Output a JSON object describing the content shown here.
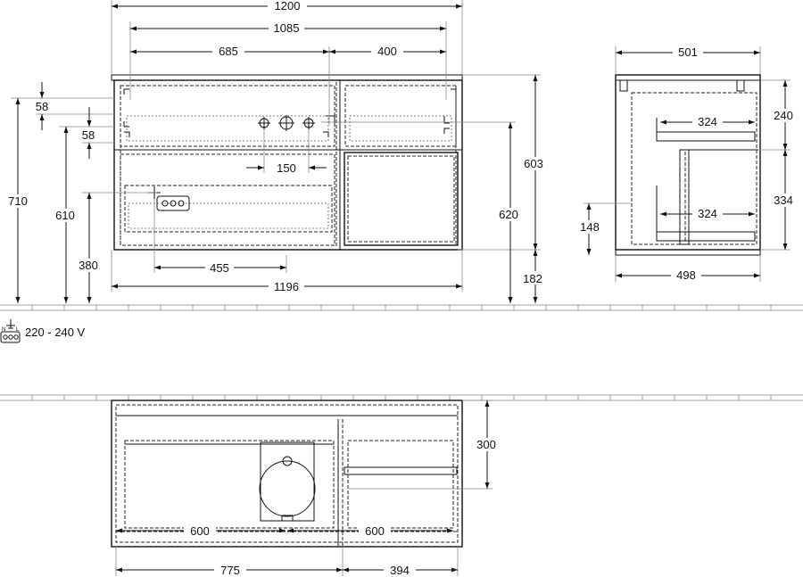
{
  "front_view": {
    "top": {
      "overall_width": "1200",
      "inner_width": "1085",
      "left_section": "685",
      "right_section": "400"
    },
    "left": {
      "total_height": "710",
      "upper_gap": "58",
      "lower_gap": "58",
      "height_610": "610",
      "height_380": "380"
    },
    "middle": {
      "tap_spacing": "150",
      "socket_offset": "455",
      "bottom_width": "1196"
    },
    "right": {
      "body_height": "603",
      "height_620": "620",
      "plinth": "182"
    }
  },
  "side_view": {
    "top_depth": "501",
    "bottom_depth": "498",
    "upper_drawer": "324",
    "lower_drawer": "324",
    "upper_height": "240",
    "lower_height": "334",
    "left_height": "148"
  },
  "power": {
    "label": "220 - 240 V",
    "symbol_n": "N",
    "symbol_l": "L"
  },
  "top_view": {
    "depth": "300",
    "left_drawer": "600",
    "right_drawer": "600",
    "left_width": "775",
    "right_width": "394"
  }
}
